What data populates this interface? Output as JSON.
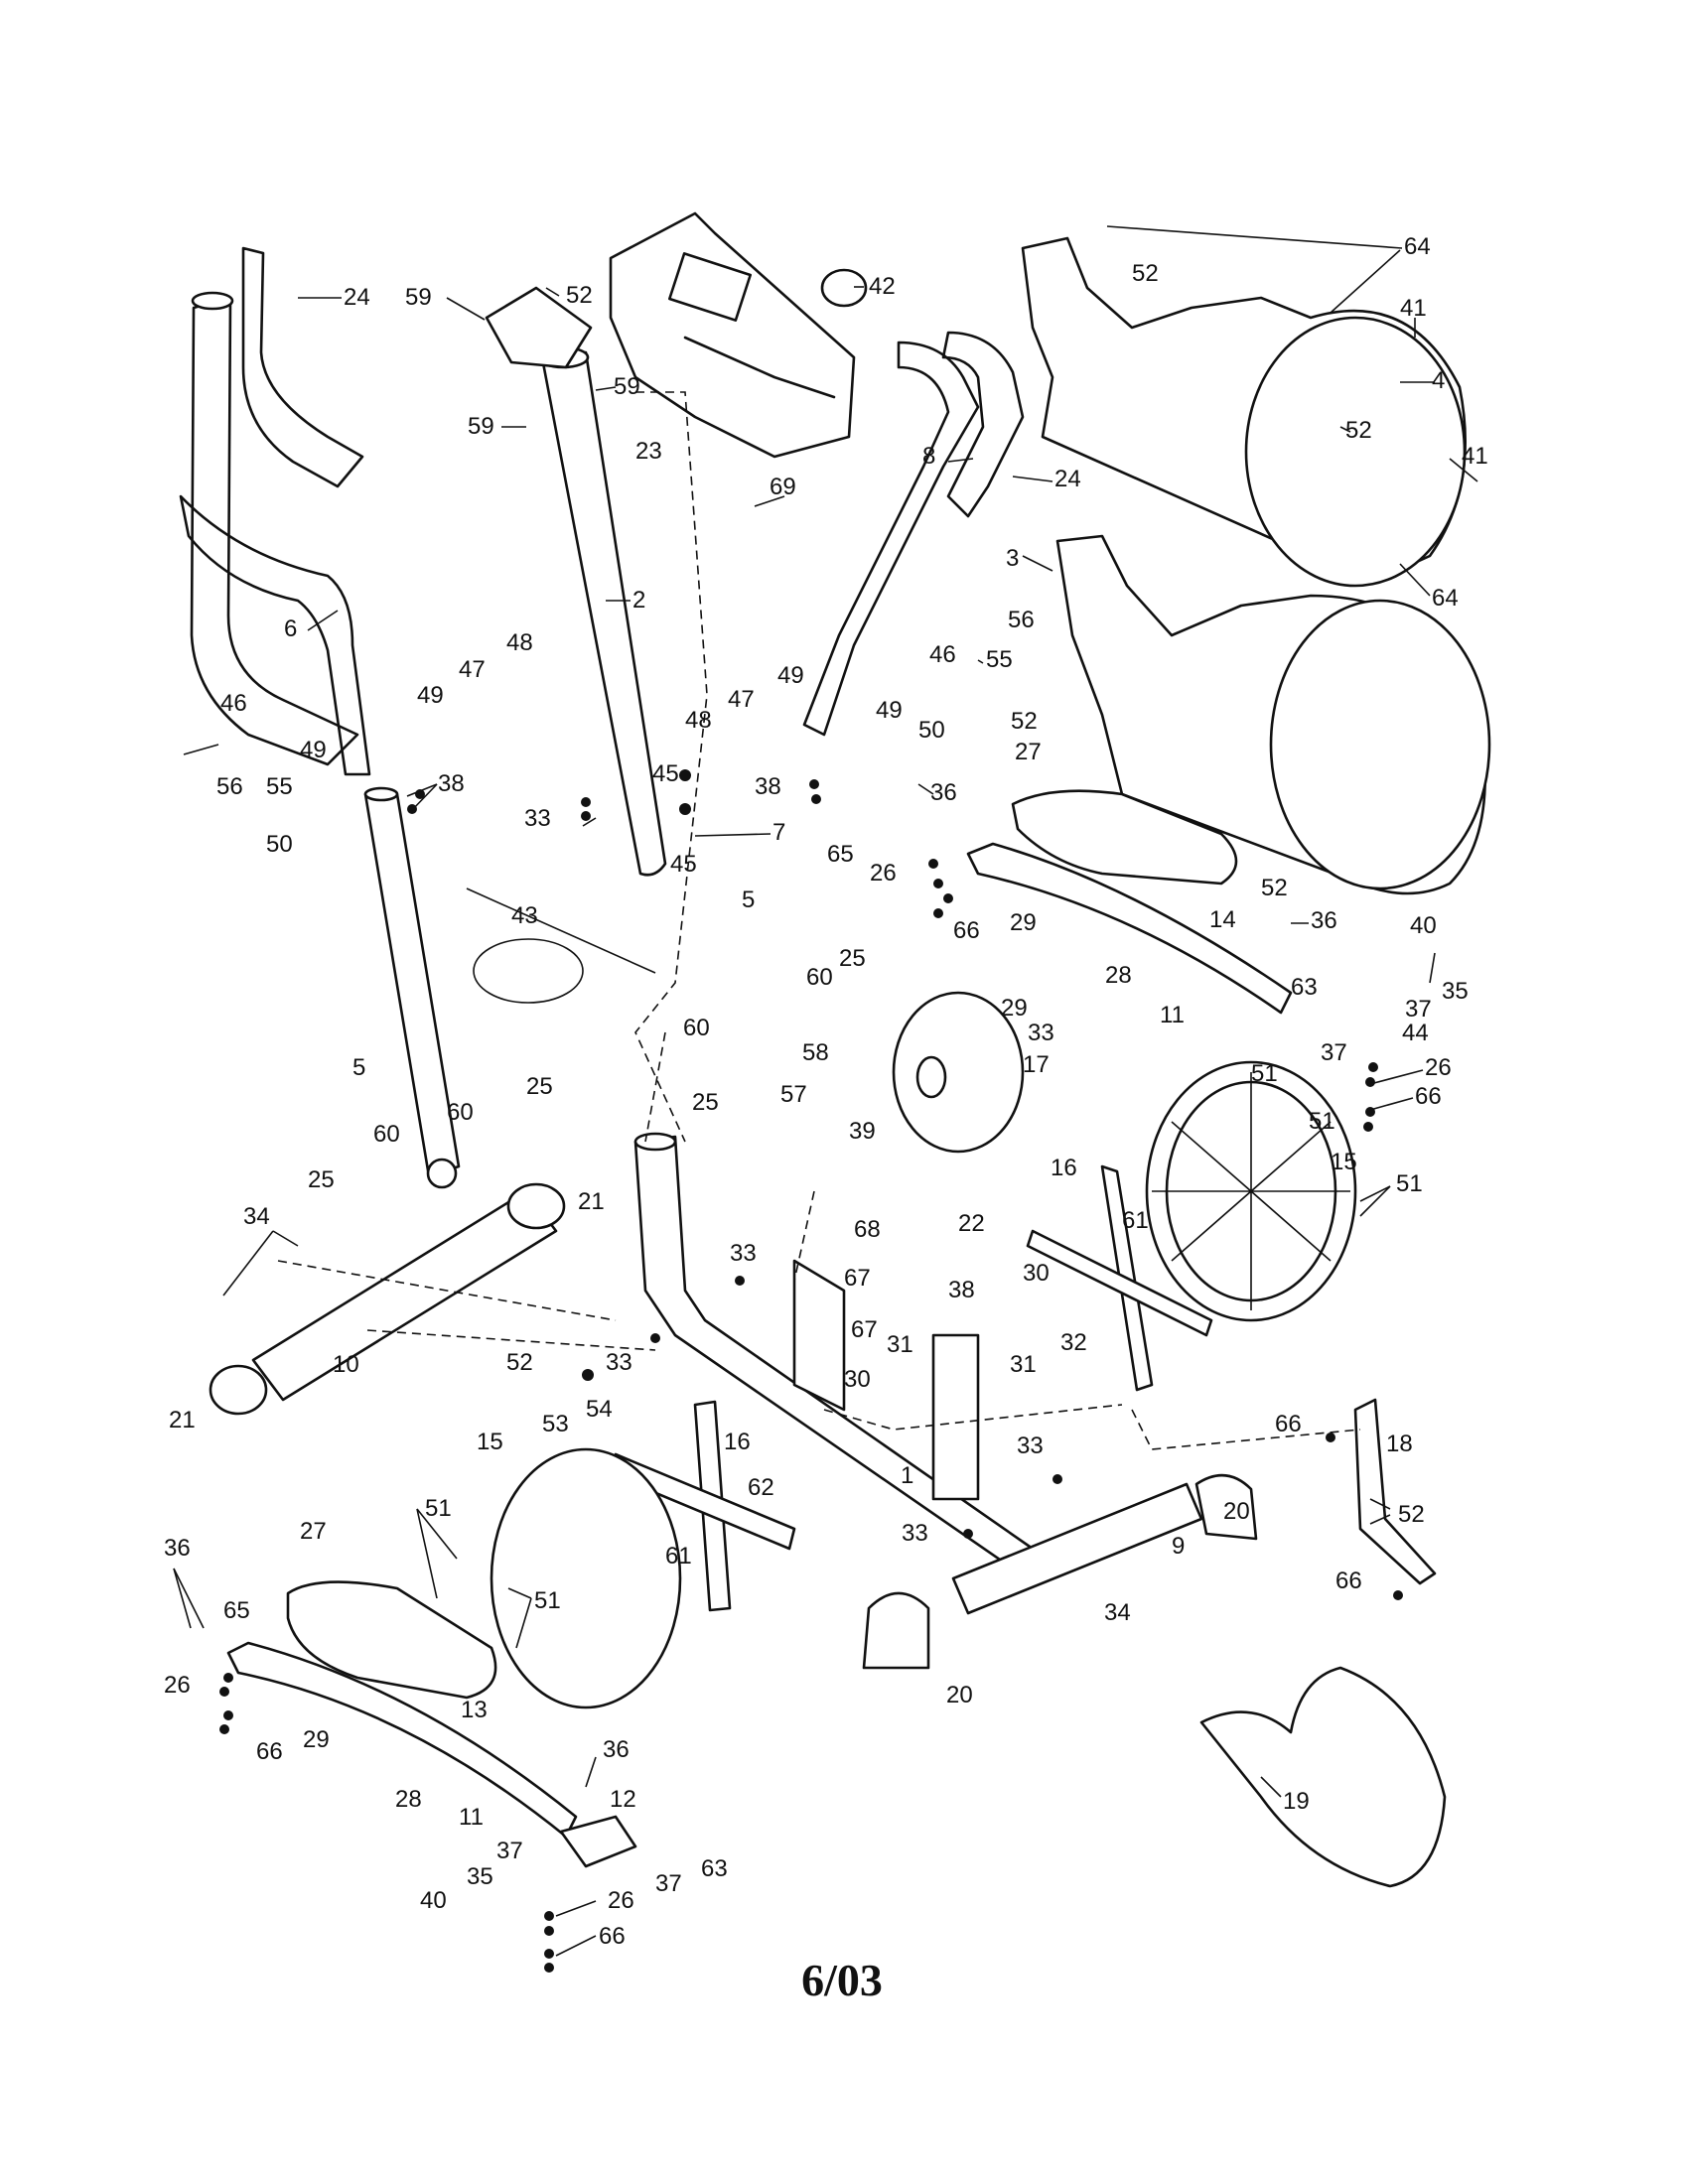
{
  "footer": {
    "date": "6/03"
  },
  "callouts": [
    {
      "id": "c24a",
      "text": "24"
    },
    {
      "id": "c59a",
      "text": "59"
    },
    {
      "id": "c52a",
      "text": "52"
    },
    {
      "id": "c42",
      "text": "42"
    },
    {
      "id": "c64a",
      "text": "64"
    },
    {
      "id": "c52b",
      "text": "52"
    },
    {
      "id": "c41a",
      "text": "41"
    },
    {
      "id": "c59b",
      "text": "59"
    },
    {
      "id": "c59c",
      "text": "59"
    },
    {
      "id": "c23",
      "text": "23"
    },
    {
      "id": "c4",
      "text": "4"
    },
    {
      "id": "c52c",
      "text": "52"
    },
    {
      "id": "c41b",
      "text": "41"
    },
    {
      "id": "c8",
      "text": "8"
    },
    {
      "id": "c24b",
      "text": "24"
    },
    {
      "id": "c69",
      "text": "69"
    },
    {
      "id": "c64b",
      "text": "64"
    },
    {
      "id": "c3",
      "text": "3"
    },
    {
      "id": "c6",
      "text": "6"
    },
    {
      "id": "c2",
      "text": "2"
    },
    {
      "id": "c48a",
      "text": "48"
    },
    {
      "id": "c47a",
      "text": "47"
    },
    {
      "id": "c49a",
      "text": "49"
    },
    {
      "id": "c46a",
      "text": "46"
    },
    {
      "id": "c49b",
      "text": "49"
    },
    {
      "id": "c56a",
      "text": "56"
    },
    {
      "id": "c55a",
      "text": "55"
    },
    {
      "id": "c56b",
      "text": "56"
    },
    {
      "id": "c55b",
      "text": "55"
    },
    {
      "id": "c46b",
      "text": "46"
    },
    {
      "id": "c49c",
      "text": "49"
    },
    {
      "id": "c47b",
      "text": "47"
    },
    {
      "id": "c48b",
      "text": "48"
    },
    {
      "id": "c49d",
      "text": "49"
    },
    {
      "id": "c52d",
      "text": "52"
    },
    {
      "id": "c50a",
      "text": "50"
    },
    {
      "id": "c27a",
      "text": "27"
    },
    {
      "id": "c38a",
      "text": "38"
    },
    {
      "id": "c45a",
      "text": "45"
    },
    {
      "id": "c38b",
      "text": "38"
    },
    {
      "id": "c33a",
      "text": "33"
    },
    {
      "id": "c7",
      "text": "7"
    },
    {
      "id": "c45b",
      "text": "45"
    },
    {
      "id": "c36a",
      "text": "36"
    },
    {
      "id": "c50b",
      "text": "50"
    },
    {
      "id": "c65a",
      "text": "65"
    },
    {
      "id": "c26a",
      "text": "26"
    },
    {
      "id": "c52e",
      "text": "52"
    },
    {
      "id": "c5a",
      "text": "5"
    },
    {
      "id": "c66a",
      "text": "66"
    },
    {
      "id": "c14",
      "text": "14"
    },
    {
      "id": "c29a",
      "text": "29"
    },
    {
      "id": "c28a",
      "text": "28"
    },
    {
      "id": "c43",
      "text": "43"
    },
    {
      "id": "c25a",
      "text": "25"
    },
    {
      "id": "c60a",
      "text": "60"
    },
    {
      "id": "c29b",
      "text": "29"
    },
    {
      "id": "c33b",
      "text": "33"
    },
    {
      "id": "c36b",
      "text": "36"
    },
    {
      "id": "c40a",
      "text": "40"
    },
    {
      "id": "c35a",
      "text": "35"
    },
    {
      "id": "c63a",
      "text": "63"
    },
    {
      "id": "c37a",
      "text": "37"
    },
    {
      "id": "c44",
      "text": "44"
    },
    {
      "id": "c11a",
      "text": "11"
    },
    {
      "id": "c60b",
      "text": "60"
    },
    {
      "id": "c58",
      "text": "58"
    },
    {
      "id": "c17",
      "text": "17"
    },
    {
      "id": "c37b",
      "text": "37"
    },
    {
      "id": "c26b",
      "text": "26"
    },
    {
      "id": "c5b",
      "text": "5"
    },
    {
      "id": "c25b",
      "text": "25"
    },
    {
      "id": "c57",
      "text": "57"
    },
    {
      "id": "c39",
      "text": "39"
    },
    {
      "id": "c51a",
      "text": "51"
    },
    {
      "id": "c66b",
      "text": "66"
    },
    {
      "id": "c51b",
      "text": "51"
    },
    {
      "id": "c25c",
      "text": "25"
    },
    {
      "id": "c60c",
      "text": "60"
    },
    {
      "id": "c60d",
      "text": "60"
    },
    {
      "id": "c16a",
      "text": "16"
    },
    {
      "id": "c15a",
      "text": "15"
    },
    {
      "id": "c51c",
      "text": "51"
    },
    {
      "id": "c25d",
      "text": "25"
    },
    {
      "id": "c21a",
      "text": "21"
    },
    {
      "id": "c34a",
      "text": "34"
    },
    {
      "id": "c33c",
      "text": "33"
    },
    {
      "id": "c68",
      "text": "68"
    },
    {
      "id": "c22",
      "text": "22"
    },
    {
      "id": "c61a",
      "text": "61"
    },
    {
      "id": "c30a",
      "text": "30"
    },
    {
      "id": "c38c",
      "text": "38"
    },
    {
      "id": "c67a",
      "text": "67"
    },
    {
      "id": "c67b",
      "text": "67"
    },
    {
      "id": "c31a",
      "text": "31"
    },
    {
      "id": "c32",
      "text": "32"
    },
    {
      "id": "c52f",
      "text": "52"
    },
    {
      "id": "c33d",
      "text": "33"
    },
    {
      "id": "c31b",
      "text": "31"
    },
    {
      "id": "c10",
      "text": "10"
    },
    {
      "id": "c30b",
      "text": "30"
    },
    {
      "id": "c54",
      "text": "54"
    },
    {
      "id": "c21b",
      "text": "21"
    },
    {
      "id": "c53",
      "text": "53"
    },
    {
      "id": "c66c",
      "text": "66"
    },
    {
      "id": "c18",
      "text": "18"
    },
    {
      "id": "c15b",
      "text": "15"
    },
    {
      "id": "c16b",
      "text": "16"
    },
    {
      "id": "c33e",
      "text": "33"
    },
    {
      "id": "c1",
      "text": "1"
    },
    {
      "id": "c62",
      "text": "62"
    },
    {
      "id": "c20a",
      "text": "20"
    },
    {
      "id": "c51d",
      "text": "51"
    },
    {
      "id": "c52g",
      "text": "52"
    },
    {
      "id": "c27b",
      "text": "27"
    },
    {
      "id": "c33f",
      "text": "33"
    },
    {
      "id": "c9",
      "text": "9"
    },
    {
      "id": "c61b",
      "text": "61"
    },
    {
      "id": "c36c",
      "text": "36"
    },
    {
      "id": "c65b",
      "text": "65"
    },
    {
      "id": "c66d",
      "text": "66"
    },
    {
      "id": "c51e",
      "text": "51"
    },
    {
      "id": "c26c",
      "text": "26"
    },
    {
      "id": "c20b",
      "text": "20"
    },
    {
      "id": "c34b",
      "text": "34"
    },
    {
      "id": "c13",
      "text": "13"
    },
    {
      "id": "c66e",
      "text": "66"
    },
    {
      "id": "c29c",
      "text": "29"
    },
    {
      "id": "c28b",
      "text": "28"
    },
    {
      "id": "c19",
      "text": "19"
    },
    {
      "id": "c36d",
      "text": "36"
    },
    {
      "id": "c11b",
      "text": "11"
    },
    {
      "id": "c12",
      "text": "12"
    },
    {
      "id": "c37c",
      "text": "37"
    },
    {
      "id": "c63b",
      "text": "63"
    },
    {
      "id": "c37d",
      "text": "37"
    },
    {
      "id": "c40b",
      "text": "40"
    },
    {
      "id": "c35b",
      "text": "35"
    },
    {
      "id": "c26d",
      "text": "26"
    },
    {
      "id": "c66f",
      "text": "66"
    }
  ]
}
